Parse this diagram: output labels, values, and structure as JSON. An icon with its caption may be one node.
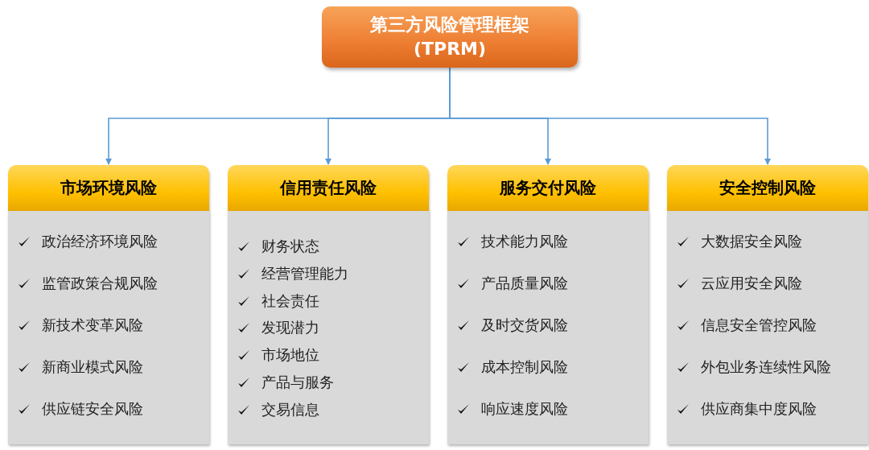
{
  "diagram": {
    "nodes": [
      {
        "text": [
          "第三方风险管理框架 (TPRM)"
        ]
      },
      {
        "text": [
          "市场环境风险",
          "政治经济环境风险",
          "监管政策合规风险",
          "新技术变革风险",
          "新商业模式风险",
          "供应链安全风险"
        ]
      },
      {
        "text": [
          "信用责任风险",
          "财务状态",
          "经营管理能力",
          "社会责任",
          "发现潜力",
          "市场地位",
          "产品与服务",
          "交易信息"
        ]
      },
      {
        "text": [
          "服务交付风险",
          "技术能力风险",
          "产品质量风险",
          "及时交货风险",
          "成本控制风险",
          "响应速度风险"
        ]
      },
      {
        "text": [
          "安全控制风险",
          "大数据安全风险",
          "云应用安全风险",
          "信息安全管控风险",
          "外包业务连续性风险",
          "供应商集中度风险"
        ]
      }
    ],
    "edges": [
      {
        "from": 0,
        "to": 1,
        "arrow": "to"
      },
      {
        "from": 0,
        "to": 2,
        "arrow": "to"
      },
      {
        "from": 0,
        "to": 3,
        "arrow": "to"
      },
      {
        "from": 0,
        "to": 4,
        "arrow": "to"
      }
    ]
  }
}
